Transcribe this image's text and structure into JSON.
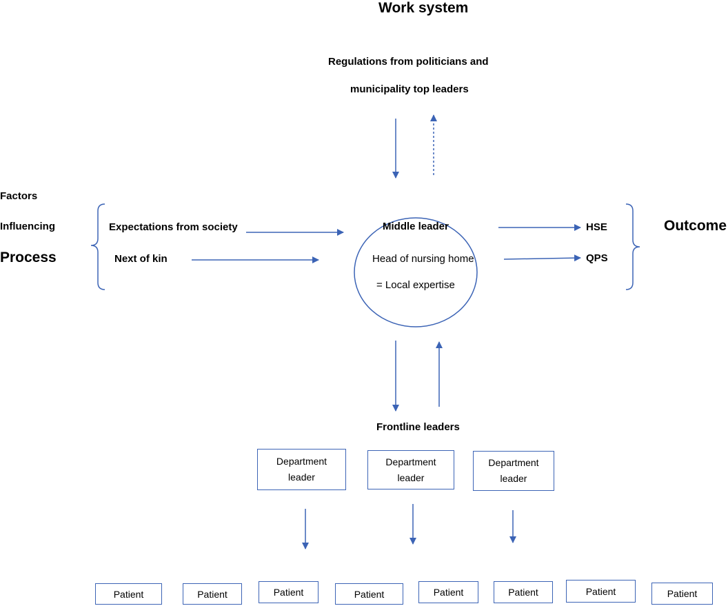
{
  "title": "Work system",
  "regulations": {
    "line1": "Regulations from politicians and",
    "line2": "municipality top leaders"
  },
  "factors": {
    "line1": "Factors",
    "line2": "Influencing",
    "line3": "Process"
  },
  "inputs": {
    "expectations": "Expectations from society",
    "next_of_kin": "Next of kin"
  },
  "center": {
    "middle_leader": "Middle leader",
    "head": "Head of nursing home",
    "expertise": "= Local expertise"
  },
  "outcome": {
    "label": "Outcome",
    "hse": "HSE",
    "qps": "QPS"
  },
  "frontline": "Frontline leaders",
  "departments": [
    {
      "line1": "Department",
      "line2": "leader"
    },
    {
      "line1": "Department",
      "line2": "leader"
    },
    {
      "line1": "Department",
      "line2": "leader"
    }
  ],
  "patients": [
    "Patient",
    "Patient",
    "Patient",
    "Patient",
    "Patient",
    "Patient",
    "Patient",
    "Patient"
  ],
  "colors": {
    "stroke": "#3b63b5"
  }
}
